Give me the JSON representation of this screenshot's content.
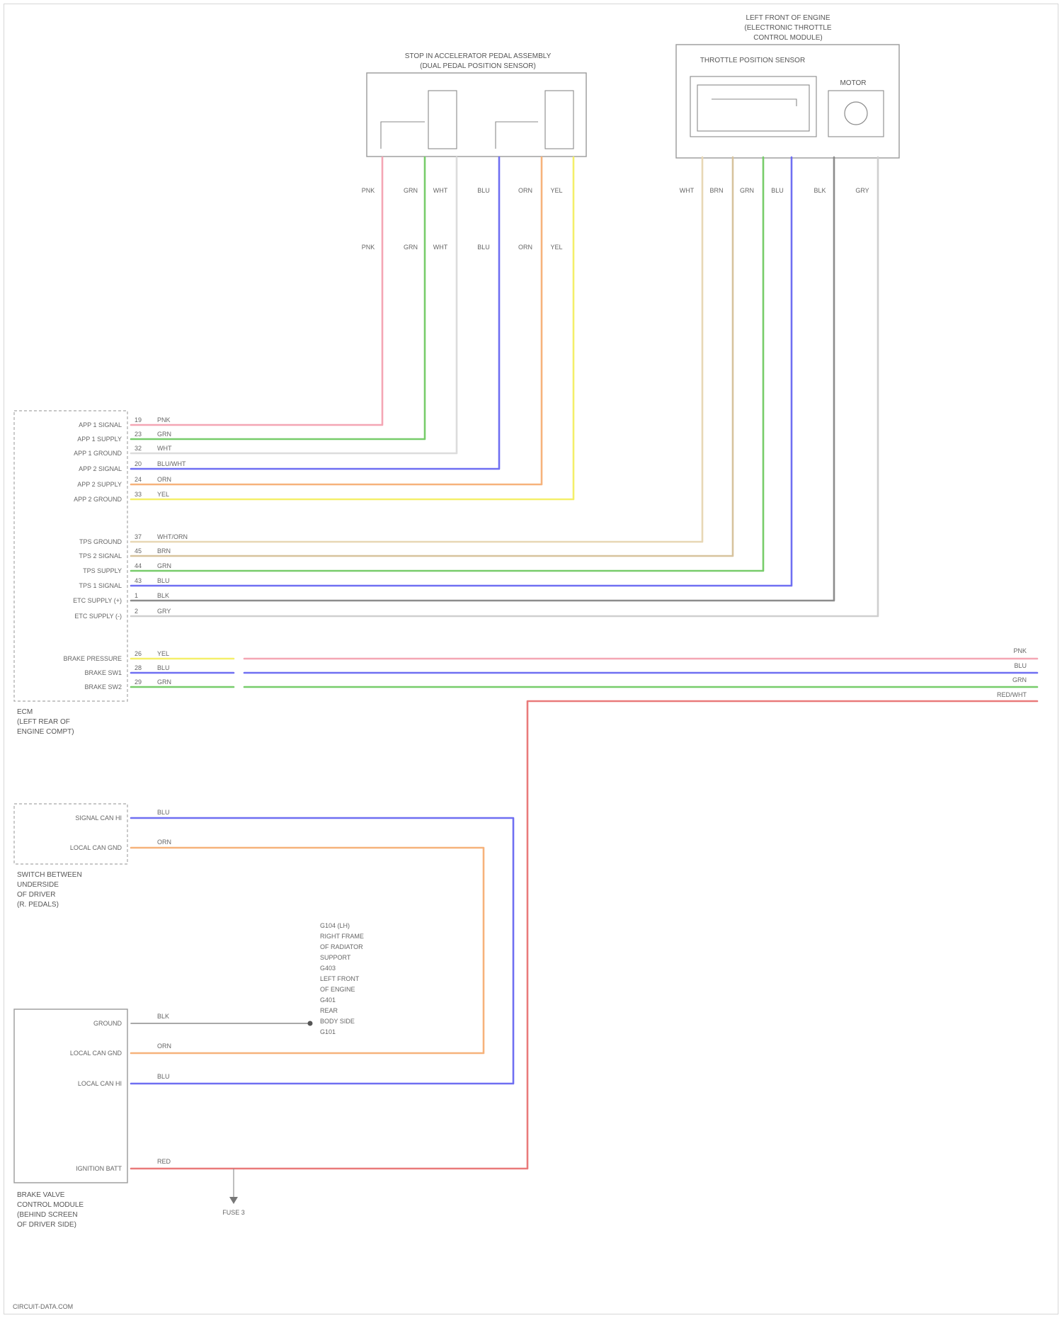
{
  "components": {
    "accel_pedal": {
      "title": [
        "STOP IN ACCELERATOR PEDAL ASSEMBLY",
        "(DUAL PEDAL POSITION SENSOR)"
      ],
      "wires_top": [
        "PNK",
        "GRN",
        "WHT",
        "BLU",
        "ORN",
        "YEL"
      ],
      "wires_bottom": [
        "PNK",
        "GRN",
        "WHT",
        "BLU",
        "ORN",
        "YEL"
      ]
    },
    "throttle_body": {
      "title": [
        "LEFT FRONT OF ENGINE",
        "(ELECTRONIC THROTTLE",
        "CONTROL MODULE)"
      ],
      "sub_sensor": "THROTTLE POSITION SENSOR",
      "sub_motor": "MOTOR",
      "wires_top": [
        "WHT",
        "BRN",
        "GRN",
        "BLU",
        "BLK",
        "GRY"
      ]
    },
    "ecm": {
      "name": [
        "ECM",
        "(LEFT REAR OF",
        "ENGINE COMPT)"
      ],
      "pins_app": [
        "APP 1 SIGNAL",
        "APP 1 SUPPLY",
        "APP 1 GROUND",
        "APP 2 SIGNAL",
        "APP 2 SUPPLY",
        "APP 2 GROUND"
      ],
      "pins_tps": [
        "TPS GROUND",
        "TPS 2 SIGNAL",
        "TPS SUPPLY",
        "TPS 1 SIGNAL",
        "ETC SUPPLY (+)",
        "ETC SUPPLY (-)"
      ],
      "pins_brake": [
        "BRAKE PRESSURE",
        "BRAKE SW1",
        "BRAKE SW2"
      ],
      "pin_nums_app": [
        "19",
        "23",
        "32",
        "20",
        "24",
        "33"
      ],
      "pin_nums_tps": [
        "37",
        "45",
        "44",
        "43",
        "1",
        "2"
      ],
      "pin_nums_brake": [
        "26",
        "28",
        "29"
      ],
      "wire_labels_app": [
        "PNK",
        "GRN",
        "WHT",
        "BLU/WHT",
        "ORN",
        "YEL"
      ],
      "wire_labels_tps": [
        "WHT/ORN",
        "BRN",
        "GRN",
        "BLU",
        "BLK",
        "GRY"
      ],
      "wire_labels_brake": [
        "YEL",
        "BLU",
        "GRN"
      ]
    },
    "switch_module": {
      "name": [
        "SWITCH BETWEEN",
        "UNDERSIDE",
        "OF DRIVER",
        "(R. PEDALS)"
      ],
      "pins": [
        "SIGNAL CAN HI",
        "LOCAL CAN GND"
      ],
      "wire_labels": [
        "BLU",
        "ORN"
      ]
    },
    "brake_module": {
      "name": [
        "BRAKE VALVE",
        "CONTROL MODULE",
        "(BEHIND SCREEN",
        "OF DRIVER SIDE)"
      ],
      "pins": [
        "GROUND",
        "LOCAL CAN GND",
        "LOCAL CAN HI",
        "IGNITION BATT"
      ],
      "wire_labels": [
        "BLK",
        "ORN",
        "BLU",
        "RED"
      ]
    },
    "ground_note": [
      "G104 (LH)",
      "RIGHT FRAME",
      "OF RADIATOR",
      "SUPPORT",
      "G403",
      "LEFT FRONT",
      "OF ENGINE",
      "G401",
      "REAR",
      "BODY SIDE",
      "G101"
    ],
    "fuse_label": "FUSE 3",
    "right_edge_labels": [
      "PNK",
      "BLU",
      "GRN",
      "RED/WHT"
    ]
  },
  "footer": "CIRCUIT-DATA.COM",
  "colors": {
    "pink": "#f4a6b4",
    "green": "#77cc6a",
    "white": "#dcdcdc",
    "blue": "#6f6ff2",
    "orange": "#f6b27b",
    "yellow": "#f4ef6a",
    "tan": "#e8d7b5",
    "brown": "#d7c39d",
    "black": "#8c8c8c",
    "gray": "#cfcfcf",
    "red": "#e97a7a"
  }
}
